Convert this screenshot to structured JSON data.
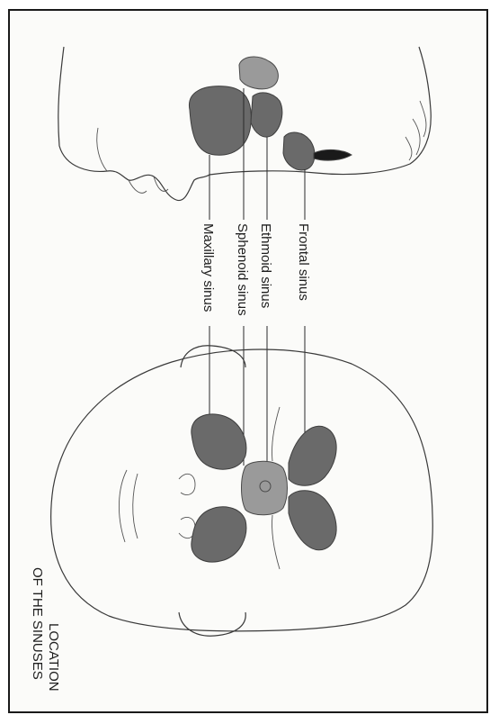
{
  "title": {
    "line1": "LOCATION",
    "line2": "OF THE SINUSES"
  },
  "labels": {
    "frontal": "Frontal sinus",
    "ethmoid": "Ethmoid sinus",
    "sphenoid": "Sphenoid sinus",
    "maxillary": "Maxillary sinus"
  },
  "colors": {
    "sinus_fill": "#6a6a6a",
    "sinus_light": "#9a9a9a",
    "line": "#2a2a2a",
    "background": "#fbfbf9"
  }
}
